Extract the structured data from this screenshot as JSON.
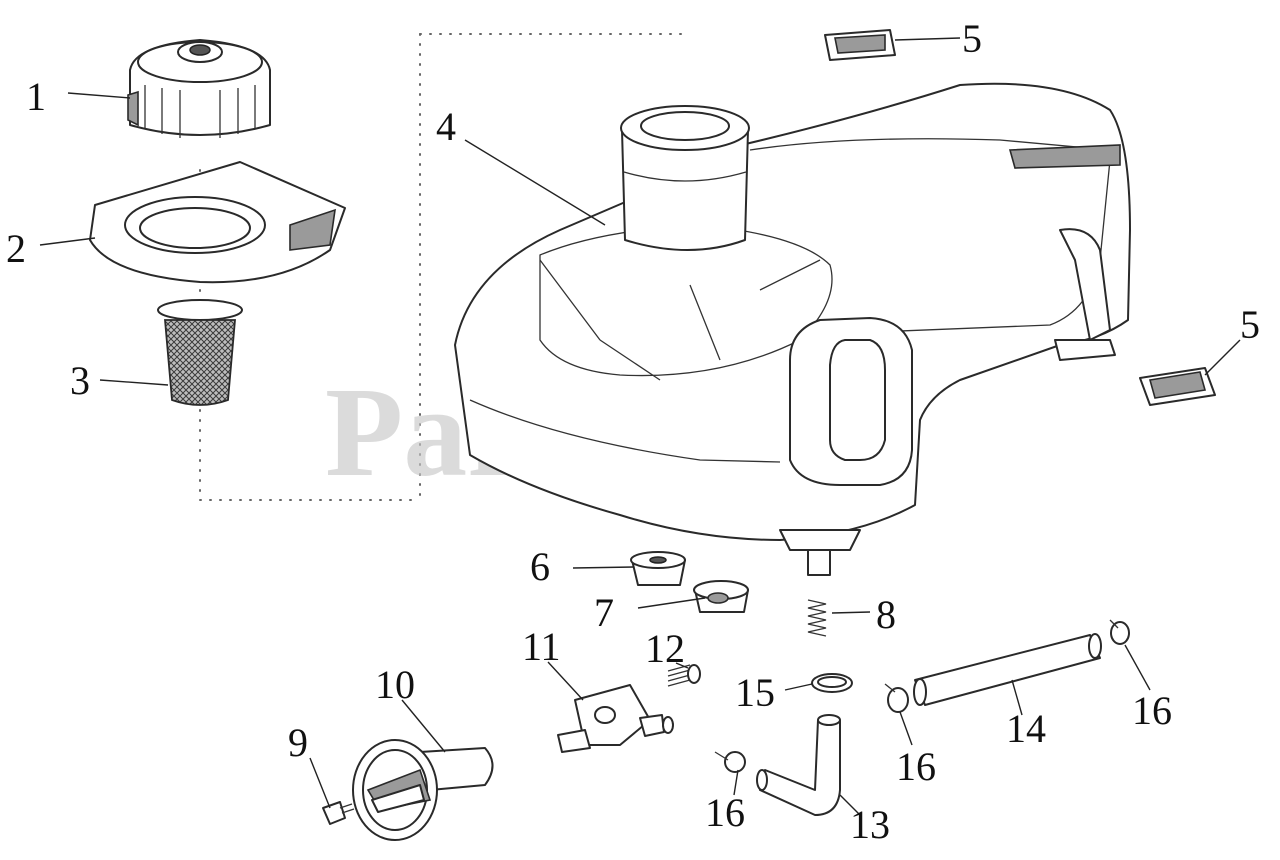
{
  "watermark": "PartsTree",
  "callouts": [
    {
      "id": "c1",
      "label": "1"
    },
    {
      "id": "c2",
      "label": "2"
    },
    {
      "id": "c3",
      "label": "3"
    },
    {
      "id": "c4",
      "label": "4"
    },
    {
      "id": "c5a",
      "label": "5"
    },
    {
      "id": "c5b",
      "label": "5"
    },
    {
      "id": "c6",
      "label": "6"
    },
    {
      "id": "c7",
      "label": "7"
    },
    {
      "id": "c8",
      "label": "8"
    },
    {
      "id": "c9",
      "label": "9"
    },
    {
      "id": "c10",
      "label": "10"
    },
    {
      "id": "c11",
      "label": "11"
    },
    {
      "id": "c12",
      "label": "12"
    },
    {
      "id": "c13",
      "label": "13"
    },
    {
      "id": "c14",
      "label": "14"
    },
    {
      "id": "c15",
      "label": "15"
    },
    {
      "id": "c16a",
      "label": "16"
    },
    {
      "id": "c16b",
      "label": "16"
    },
    {
      "id": "c16c",
      "label": "16"
    }
  ]
}
